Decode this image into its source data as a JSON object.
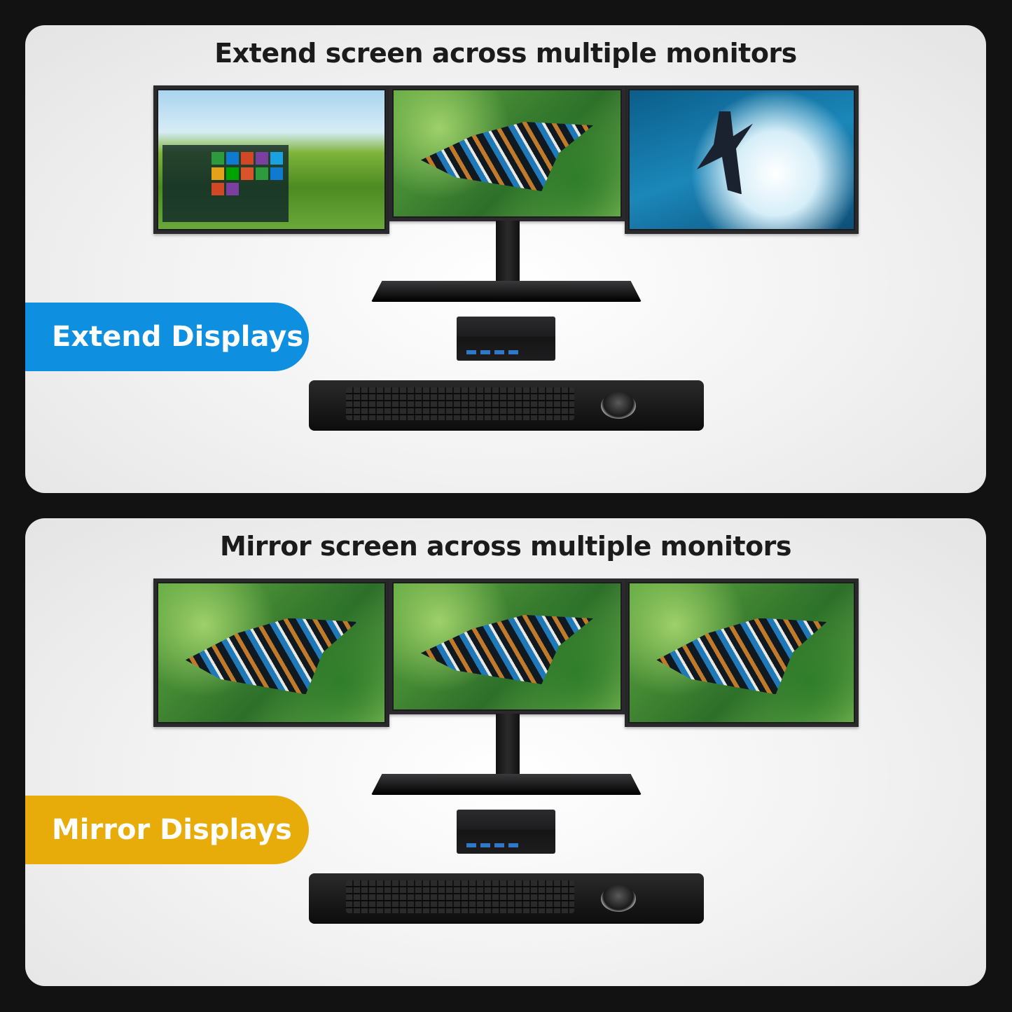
{
  "sections": [
    {
      "title": "Extend screen across multiple monitors",
      "badge": "Extend Displays",
      "badge_color": "#0e8fe0",
      "screens": [
        "windows-desktop",
        "butterfly",
        "surfer"
      ]
    },
    {
      "title": "Mirror screen across multiple monitors",
      "badge": "Mirror Displays",
      "badge_color": "#e8ac0a",
      "screens": [
        "butterfly",
        "butterfly",
        "butterfly"
      ]
    }
  ]
}
